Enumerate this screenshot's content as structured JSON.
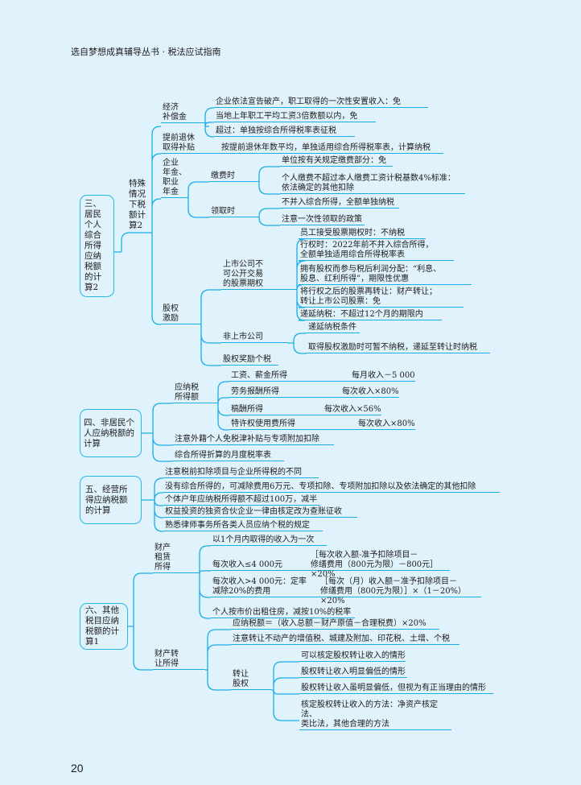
{
  "header": {
    "title": "选自梦想成真辅导丛书 · 税法应试指南"
  },
  "page_number": "20",
  "s3": {
    "title": "三、\n居民\n个人\n综合\n所得\n应纳\n税额\n的计\n算2",
    "special": "特殊\n情况\n下税\n额计\n算2",
    "comp": {
      "label": "经济\n补偿金",
      "items": [
        "企业依法宣告破产，职工取得的一次性安置收入：免",
        "当地上年职工平均工资3倍数额以内，免",
        "超过：单独按综合所得税率表征税"
      ]
    },
    "retire": {
      "label": "提前退休\n取得补贴",
      "item": "按提前退休年数平均，单独适用综合所得税率表，计算纳税"
    },
    "annuity": {
      "label": "企业\n年金、\n职业\n年金",
      "pay": {
        "label": "缴费时",
        "items": [
          "单位按有关规定缴费部分：免",
          "个人缴费不超过本人缴费工资计税基数4%标准：\n依法确定的其他扣除"
        ]
      },
      "receive": {
        "label": "领取时",
        "items": [
          "不并入综合所得，全额单独纳税",
          "注意一次性领取的政策"
        ]
      }
    },
    "equity": {
      "label": "股权\n激励",
      "listed": {
        "label": "上市公司不\n可公开交易\n的股票期权",
        "items": [
          "员工接受股票期权时：不纳税",
          "行权时：2022年前不并入综合所得，\n全额单独适用综合所得税率表",
          "拥有股权而参与税后利润分配：“利息、\n股息、红利所得”，期限性优惠",
          "将行权之后的股票再转让：财产转让；\n转让上市公司股票：免",
          "递延纳税：不超过12个月的期限内"
        ]
      },
      "unlisted": {
        "label": "非上市公司",
        "items": [
          "递延纳税条件",
          "取得股权激励时可暂不纳税，递延至转让时纳税"
        ]
      },
      "reward": "股权奖励个税"
    }
  },
  "s4": {
    "title": "四、非居民个\n人应纳税额的\n计算",
    "taxable": {
      "label": "应纳税\n所得额",
      "rows": [
        {
          "name": "工资、薪金所得",
          "formula": "每月收入－5 000"
        },
        {
          "name": "劳务报酬所得",
          "formula": "每次收入×80%"
        },
        {
          "name": "稿酬所得",
          "formula": "每次收入×56%"
        },
        {
          "name": "特许权使用费所得",
          "formula": "每次收入×80%"
        }
      ]
    },
    "items": [
      "注意外籍个人免税津补贴与专项附加扣除",
      "综合所得折算的月度税率表"
    ]
  },
  "s5": {
    "title": "五、经营所\n得应纳税额\n的计算",
    "items": [
      "注意税前扣除项目与企业所得税的不同",
      "没有综合所得的，可减除费用6万元、专项扣除、专项附加扣除以及依法确定的其他扣除",
      "个体户年应纳税所得额不超过100万，减半",
      "权益投资的独资合伙企业一律由核定改为查账征收",
      "熟悉律师事务所各类人员应纳个税的规定"
    ]
  },
  "s6": {
    "title": "六、其他\n税目应纳\n税额的计\n算1",
    "lease": {
      "label": "财产\n租赁\n所得",
      "items": [
        "以1个月内取得的收入为一次",
        "每次收入≤4 000元",
        "每次收入>4 000元：定率\n减除20%的费用",
        "个人按市价出租住房，减按10%的税率"
      ],
      "formulas": [
        "［每次收入额-准予扣除项目－\n   修缮费用（800元为限）－800元］×20%",
        "［每次（月）收入额－准予扣除项目－\n   修缮费用（800元为限）］×（1－20%）×20%"
      ]
    },
    "transfer": {
      "label": "财产转\n让所得",
      "items": [
        "应纳税额＝（收入总额－财产原值－合理税费）×20%",
        "注意转让不动产的增值税、城建及附加、印花税、土增、个税"
      ],
      "equity": {
        "label": "转让\n股权",
        "items": [
          "可以核定股权转让收入的情形",
          "股权转让收入明显偏低的情形",
          "股权转让收入虽明显偏低，但视为有正当理由的情形",
          "核定股权转让收入的方法：净资产核定法、\n类比法，其他合理的方法"
        ]
      }
    }
  },
  "colors": {
    "line": "#19aee6",
    "background": "#e0f2fb"
  }
}
